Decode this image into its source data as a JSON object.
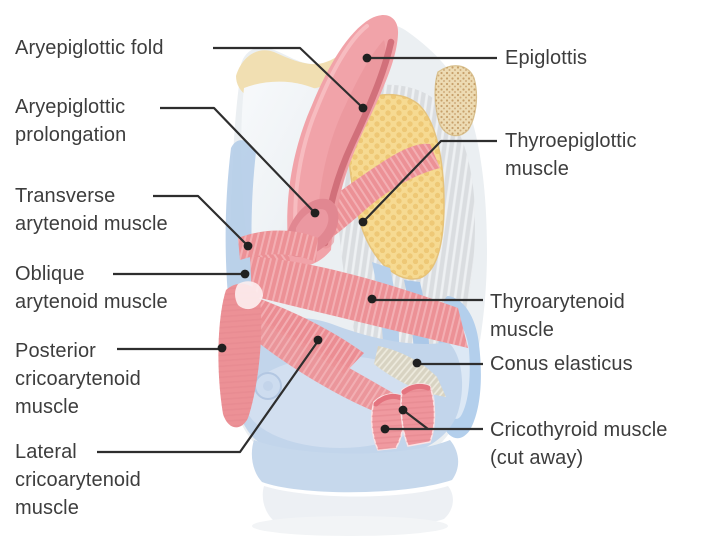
{
  "labels": {
    "left": [
      {
        "id": "aryepiglottic-fold",
        "text": "Aryepiglottic fold"
      },
      {
        "id": "aryepiglottic-prolongation",
        "text": "Aryepiglottic\nprolongation"
      },
      {
        "id": "transverse-arytenoid-muscle",
        "text": "Transverse\narytenoid muscle"
      },
      {
        "id": "oblique-arytenoid-muscle",
        "text": "Oblique\narytenoid muscle"
      },
      {
        "id": "posterior-cricoarytenoid-muscle",
        "text": "Posterior\ncricoarytenoid\nmuscle"
      },
      {
        "id": "lateral-cricoarytenoid-muscle",
        "text": "Lateral\ncricoarytenoid\nmuscle"
      }
    ],
    "right": [
      {
        "id": "epiglottis",
        "text": "Epiglottis"
      },
      {
        "id": "thyroepiglottic-muscle",
        "text": "Thyroepiglottic\nmuscle"
      },
      {
        "id": "thyroarytenoid-muscle",
        "text": "Thyroarytenoid\nmuscle"
      },
      {
        "id": "conus-elasticus",
        "text": "Conus elasticus"
      },
      {
        "id": "cricothyroid-muscle",
        "text": "Cricothyroid muscle\n(cut away)"
      }
    ]
  },
  "colors": {
    "background": "#ffffff",
    "label_text": "#3d3d3d",
    "leader_line": "#2e2e2e",
    "leader_dot": "#202020",
    "muscle_pink": "#ec9196",
    "muscle_pink_light": "#f1a3a9",
    "muscle_pink_dark": "#d06e78",
    "muscle_stripe_light": "#f8c3c6",
    "cartilage_yellow": "#f6da92",
    "cartilage_cream": "#f1dfb2",
    "cartilage_tan": "#eddbb3",
    "membrane_gray": "#dadde0",
    "conus_beige": "#d8d3c2",
    "cartilage_blue": "#c2d5eb",
    "cartilage_blue_deep": "#b5cde8",
    "trachea_blue": "#c6d8ec",
    "trachea_pale": "#edf0f4"
  }
}
